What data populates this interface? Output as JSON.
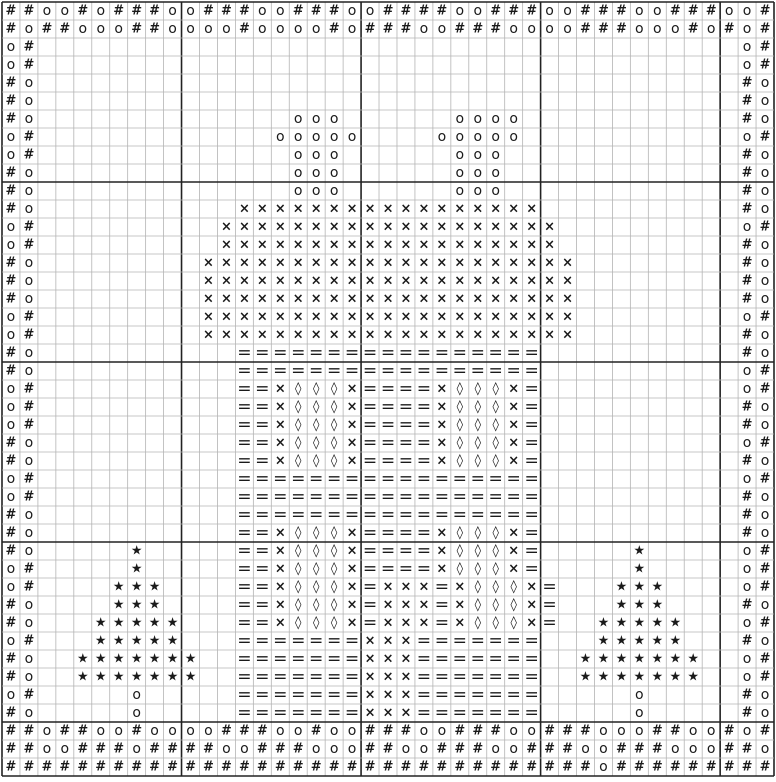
{
  "pattern": {
    "cols": 43,
    "rows": 43,
    "major_every": 10,
    "symbols": {
      "#": {
        "glyph": "#",
        "name": "hash-stitch-symbol"
      },
      "o": {
        "glyph": "o",
        "name": "circle-stitch-symbol"
      },
      "x": {
        "glyph": "×",
        "name": "cross-stitch-symbol"
      },
      "=": {
        "glyph": "=",
        "name": "double-line-stitch-symbol"
      },
      "d": {
        "glyph": "◊",
        "name": "diamond-stitch-symbol"
      },
      "*": {
        "glyph": "★",
        "name": "star-stitch-symbol"
      }
    },
    "colors": {
      "grid_line": "#b4b4b4",
      "major_line": "#222222",
      "symbol": "#1a1a1a",
      "background": "#ffffff"
    },
    "grid": [
      "##oo#o###oo###oo###oo####oo###oo###oo###oo#",
      "#o##ooo##oooo#oooo#o###oo###oooo###ooo#o#o#",
      "o#.......................................o#",
      "o#.......................................o#",
      "#o.......................................#o",
      "#o.......................................#o",
      "#o..............ooo......oooo............#o",
      "o#.............ooooo....ooooo............o#",
      "o#..............ooo......ooo.............#o",
      "#o..............ooo......ooo.............#o",
      "#o..............ooo......ooo.............#o",
      "#o...........xxxxxxxxxxxxxxxxx...........#o",
      "o#..........xxxxxxxxxxxxxxxxxxx..........o#",
      "o#..........xxxxxxxxxxxxxxxxxxx..........#o",
      "#o.........xxxxxxxxxxxxxxxxxxxxx.........#o",
      "#o.........xxxxxxxxxxxxxxxxxxxxx.........#o",
      "#o.........xxxxxxxxxxxxxxxxxxxxx.........#o",
      "o#.........xxxxxxxxxxxxxxxxxxxxx.........o#",
      "o#.........xxxxxxxxxxxxxxxxxxxxx.........#o",
      "#o...........=================...........#o",
      "#o...........=================...........o#",
      "o#...........==xdddx====xdddx=...........o#",
      "o#...........==xdddx====xdddx=...........#o",
      "o#...........==xdddx====xdddx=...........#o",
      "#o...........==xdddx====xdddx=...........o#",
      "#o...........==xdddx====xdddx=...........#o",
      "o#...........=================...........o#",
      "o#...........=================...........#o",
      "#o...........=================...........#o",
      "#o...........==xdddx====xdddx=...........#o",
      "#o.....*.....==xdddx====xdddx=.....*.....o#",
      "o#.....*.....==xdddx====xdddx=.....*.....o#",
      "o#....***....==xdddx=xxx=xdddx=...***....o#",
      "#o....***....==xdddx=xxx=xdddx=...***....#o",
      "#o...*****...==xdddx=xxx=xdddx=..*****...o#",
      "o#...*****...=======xxx=======...*****...#o",
      "#o..*******..=======xxx=======..*******..o#",
      "#o..*******..=======xxx=======..*******..o#",
      "o#.....o.....=======xxx=======.....o.....#o",
      "#o.....o.....=======xxx=======.....o.....#o",
      "##o##oo#oooo###oo#oo###oo###oo###ooo##oo#o#",
      "##oo###o####oo###ooo##oo###oo###oo###ooo##o",
      "#################################o#########"
    ]
  }
}
